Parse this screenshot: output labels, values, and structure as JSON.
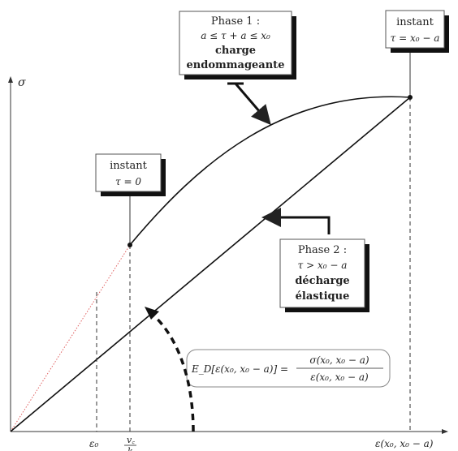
{
  "axes": {
    "y_label": "σ",
    "x_ticks": {
      "eps0": "ε₀",
      "vc_num": "v꜀",
      "vc_den": "k",
      "end": "ε(x₀, x₀ − a)"
    }
  },
  "boxes": {
    "phase1": {
      "title": "Phase 1 :",
      "condition": "a ≤ τ + a ≤ x₀",
      "label_line1": "charge",
      "label_line2": "endommageante"
    },
    "instant_end": {
      "line1": "instant",
      "line2": "τ = x₀ − a"
    },
    "instant_zero": {
      "line1": "instant",
      "line2": "τ = 0"
    },
    "phase2": {
      "title": "Phase 2 :",
      "condition": "τ > x₀ − a",
      "label_line1": "décharge",
      "label_line2": "élastique"
    }
  },
  "formula": {
    "lhs": "E_D[ε(x₀, x₀ − a)] =",
    "numerator": "σ(x₀, x₀ − a)",
    "denominator": "ε(x₀, x₀ − a)"
  },
  "colors": {
    "curve": "#111111",
    "dotted_extension": "#e06060",
    "shadow": "#111111",
    "box_border": "#555555"
  }
}
